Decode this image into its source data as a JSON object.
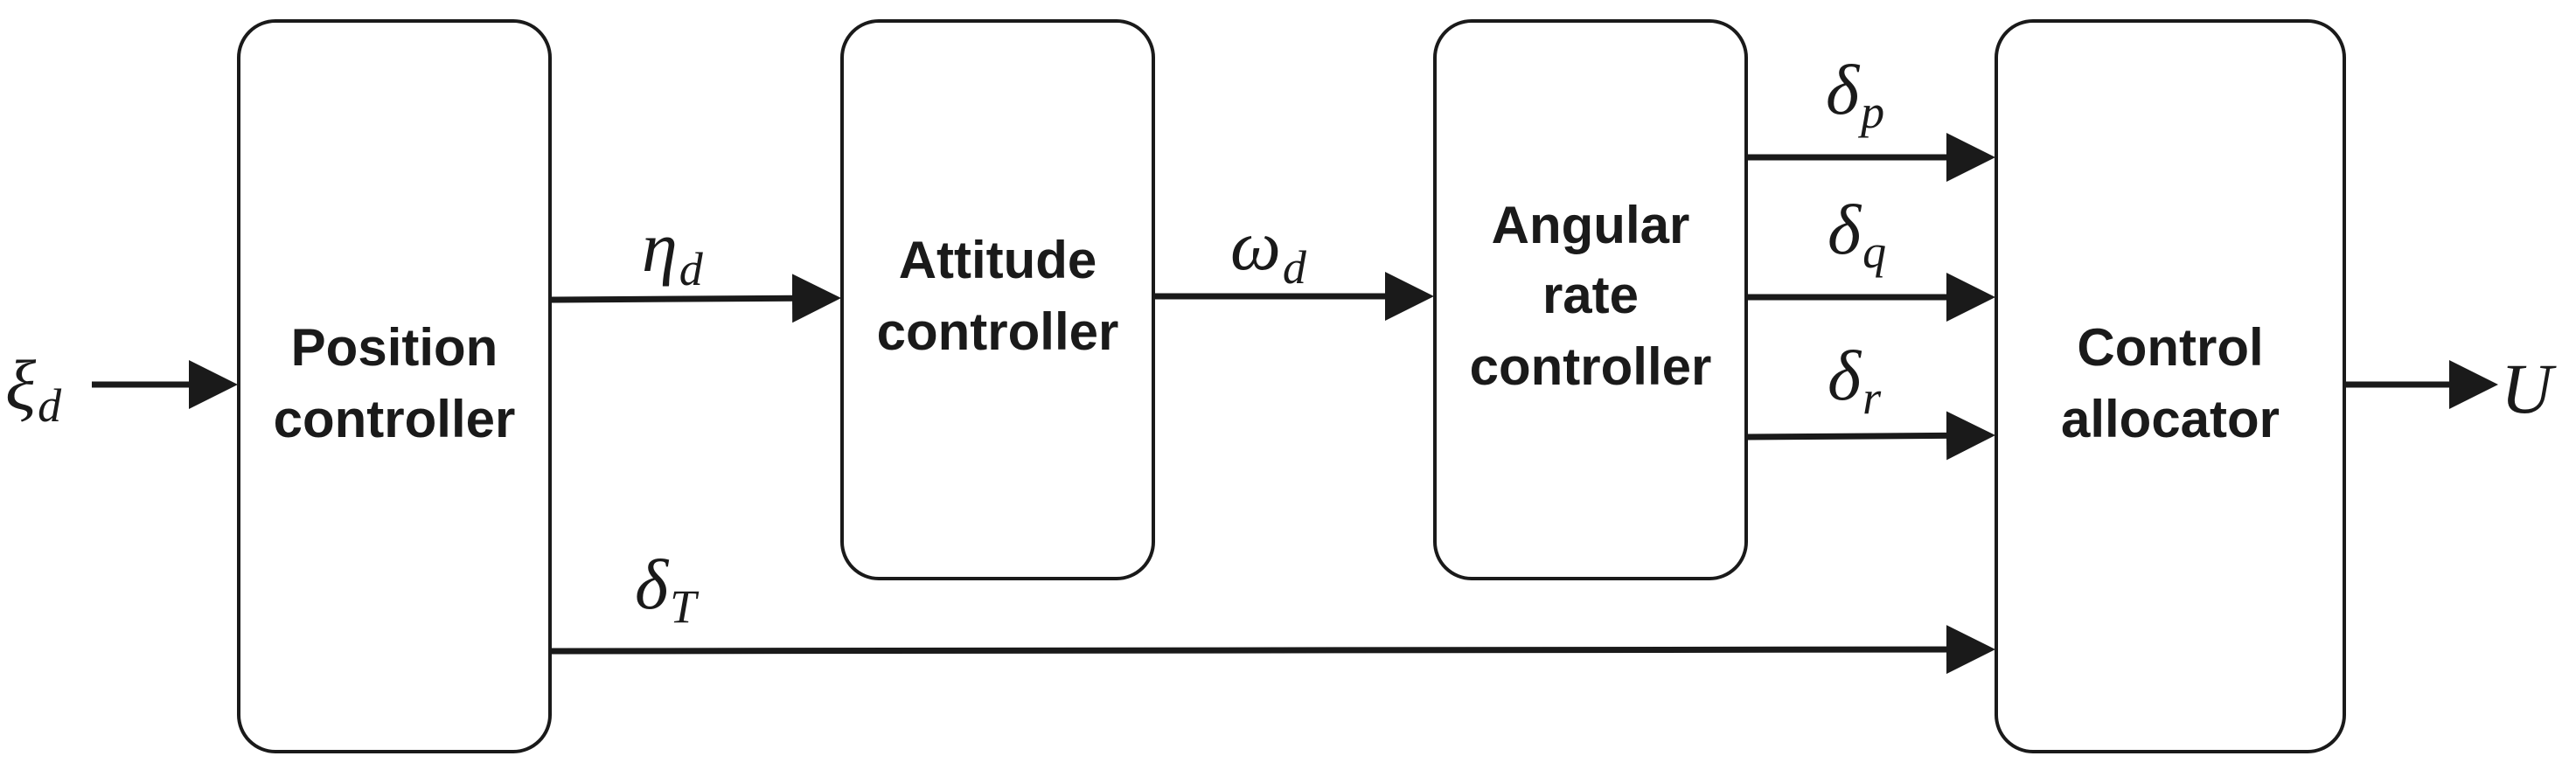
{
  "blocks": {
    "position": [
      "Position",
      "controller"
    ],
    "attitude": [
      "Attitude",
      "controller"
    ],
    "angular": [
      "Angular",
      "rate",
      "controller"
    ],
    "allocator": [
      "Control",
      "allocator"
    ]
  },
  "signals": {
    "xi_d": {
      "symbol": "ξ",
      "sub": "d"
    },
    "eta_d": {
      "symbol": "η",
      "sub": "d"
    },
    "omega_d": {
      "symbol": "ω",
      "sub": "d"
    },
    "delta_p": {
      "symbol": "δ",
      "sub": "p"
    },
    "delta_q": {
      "symbol": "δ",
      "sub": "q"
    },
    "delta_r": {
      "symbol": "δ",
      "sub": "r"
    },
    "delta_T": {
      "symbol": "δ",
      "sub": "T"
    },
    "U": {
      "symbol": "U",
      "sub": ""
    }
  },
  "colors": {
    "stroke": "#1a1a1a",
    "background": "#ffffff"
  }
}
